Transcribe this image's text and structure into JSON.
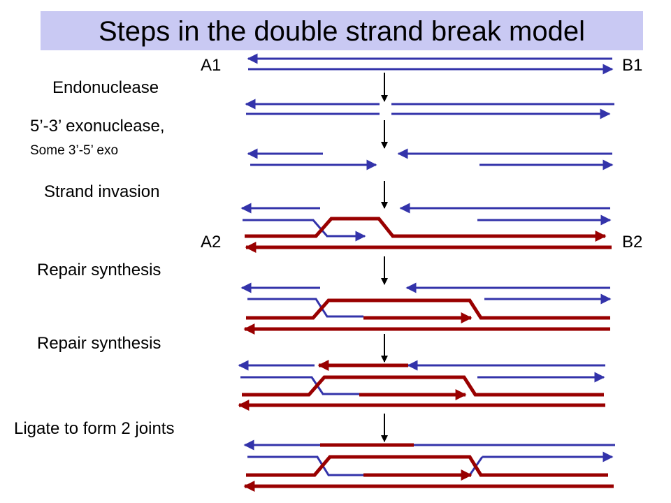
{
  "title": "Steps in the double strand break model",
  "labels": {
    "a1": "A1",
    "b1": "B1",
    "a2": "A2",
    "b2": "B2",
    "endonuclease": "Endonuclease",
    "exonuclease": "5’-3’ exonuclease,",
    "exo_sub": "Some 3’-5’ exo",
    "strand_invasion": "Strand invasion",
    "repair_synthesis_1": "Repair synthesis",
    "repair_synthesis_2": "Repair synthesis",
    "ligate": "Ligate to form 2 joints"
  },
  "colors": {
    "title_bg": "#c9c9f3",
    "blue_strand": "#3333aa",
    "red_strand": "#990000",
    "step_arrow": "#000000"
  }
}
